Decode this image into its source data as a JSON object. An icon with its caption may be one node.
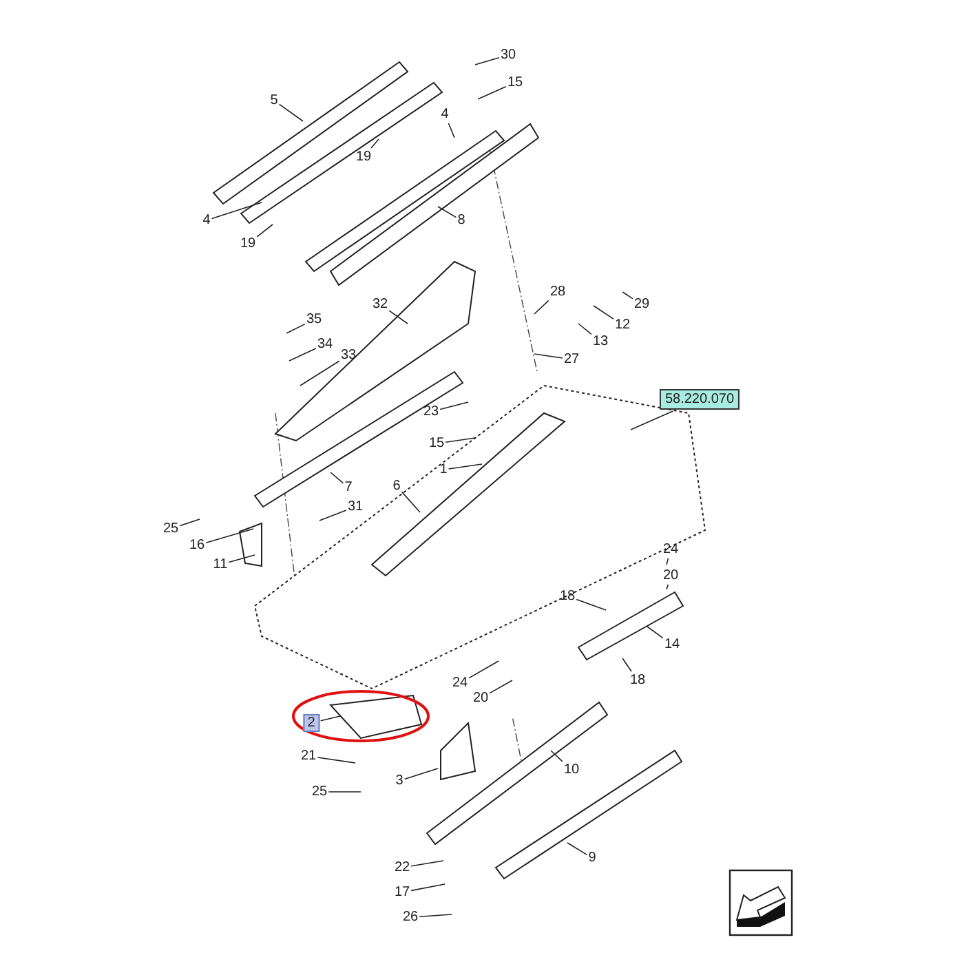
{
  "diagram": {
    "nodes": [
      {
        "text": [
          "30"
        ]
      },
      {
        "text": [
          "15"
        ]
      },
      {
        "text": [
          "5"
        ]
      },
      {
        "text": [
          "4"
        ]
      },
      {
        "text": [
          "19"
        ]
      },
      {
        "text": [
          "4"
        ]
      },
      {
        "text": [
          "19"
        ]
      },
      {
        "text": [
          "8"
        ]
      },
      {
        "text": [
          "32"
        ]
      },
      {
        "text": [
          "28"
        ]
      },
      {
        "text": [
          "29"
        ]
      },
      {
        "text": [
          "35"
        ]
      },
      {
        "text": [
          "34"
        ]
      },
      {
        "text": [
          "33"
        ]
      },
      {
        "text": [
          "12"
        ]
      },
      {
        "text": [
          "13"
        ]
      },
      {
        "text": [
          "27"
        ]
      },
      {
        "text": [
          "58.220.070"
        ]
      },
      {
        "text": [
          "23"
        ]
      },
      {
        "text": [
          "15"
        ]
      },
      {
        "text": [
          "1"
        ]
      },
      {
        "text": [
          "6"
        ]
      },
      {
        "text": [
          "7"
        ]
      },
      {
        "text": [
          "25"
        ]
      },
      {
        "text": [
          "16"
        ]
      },
      {
        "text": [
          "31"
        ]
      },
      {
        "text": [
          "11"
        ]
      },
      {
        "text": [
          "24"
        ]
      },
      {
        "text": [
          "20"
        ]
      },
      {
        "text": [
          "18"
        ]
      },
      {
        "text": [
          "14"
        ]
      },
      {
        "text": [
          "18"
        ]
      },
      {
        "text": [
          "24"
        ]
      },
      {
        "text": [
          "20"
        ]
      },
      {
        "text": [
          "2"
        ]
      },
      {
        "text": [
          "21"
        ]
      },
      {
        "text": [
          "25"
        ]
      },
      {
        "text": [
          "3"
        ]
      },
      {
        "text": [
          "10"
        ]
      },
      {
        "text": [
          "9"
        ]
      },
      {
        "text": [
          "22"
        ]
      },
      {
        "text": [
          "17"
        ]
      },
      {
        "text": [
          "26"
        ]
      }
    ],
    "edges": [
      {
        "from": 0,
        "to": null,
        "arrow": "none"
      },
      {
        "from": 1,
        "to": null,
        "arrow": "none"
      },
      {
        "from": 2,
        "to": null,
        "arrow": "none"
      },
      {
        "from": 3,
        "to": null,
        "arrow": "none"
      },
      {
        "from": 4,
        "to": null,
        "arrow": "none"
      },
      {
        "from": 5,
        "to": null,
        "arrow": "none"
      },
      {
        "from": 6,
        "to": null,
        "arrow": "none"
      },
      {
        "from": 7,
        "to": null,
        "arrow": "none"
      },
      {
        "from": 8,
        "to": null,
        "arrow": "none"
      },
      {
        "from": 9,
        "to": null,
        "arrow": "none"
      },
      {
        "from": 10,
        "to": null,
        "arrow": "none"
      },
      {
        "from": 11,
        "to": null,
        "arrow": "none"
      },
      {
        "from": 12,
        "to": null,
        "arrow": "none"
      },
      {
        "from": 13,
        "to": null,
        "arrow": "none"
      },
      {
        "from": 14,
        "to": null,
        "arrow": "none"
      },
      {
        "from": 15,
        "to": null,
        "arrow": "none"
      },
      {
        "from": 16,
        "to": null,
        "arrow": "none"
      },
      {
        "from": 17,
        "to": null,
        "arrow": "none"
      },
      {
        "from": 18,
        "to": null,
        "arrow": "none"
      },
      {
        "from": 19,
        "to": null,
        "arrow": "none"
      },
      {
        "from": 20,
        "to": null,
        "arrow": "none"
      },
      {
        "from": 21,
        "to": null,
        "arrow": "none"
      },
      {
        "from": 22,
        "to": null,
        "arrow": "none"
      },
      {
        "from": 23,
        "to": null,
        "arrow": "none"
      },
      {
        "from": 24,
        "to": null,
        "arrow": "none"
      },
      {
        "from": 25,
        "to": null,
        "arrow": "none"
      },
      {
        "from": 26,
        "to": null,
        "arrow": "none"
      },
      {
        "from": 27,
        "to": null,
        "arrow": "none"
      },
      {
        "from": 28,
        "to": null,
        "arrow": "none"
      },
      {
        "from": 29,
        "to": null,
        "arrow": "none"
      },
      {
        "from": 30,
        "to": null,
        "arrow": "none"
      },
      {
        "from": 31,
        "to": null,
        "arrow": "none"
      },
      {
        "from": 32,
        "to": null,
        "arrow": "none"
      },
      {
        "from": 33,
        "to": null,
        "arrow": "none"
      },
      {
        "from": 34,
        "to": null,
        "arrow": "none"
      },
      {
        "from": 35,
        "to": null,
        "arrow": "none"
      },
      {
        "from": 36,
        "to": null,
        "arrow": "none"
      },
      {
        "from": 37,
        "to": null,
        "arrow": "none"
      },
      {
        "from": 38,
        "to": null,
        "arrow": "none"
      },
      {
        "from": 39,
        "to": null,
        "arrow": "none"
      },
      {
        "from": 40,
        "to": null,
        "arrow": "none"
      },
      {
        "from": 41,
        "to": null,
        "arrow": "none"
      },
      {
        "from": 42,
        "to": null,
        "arrow": "none"
      }
    ]
  }
}
